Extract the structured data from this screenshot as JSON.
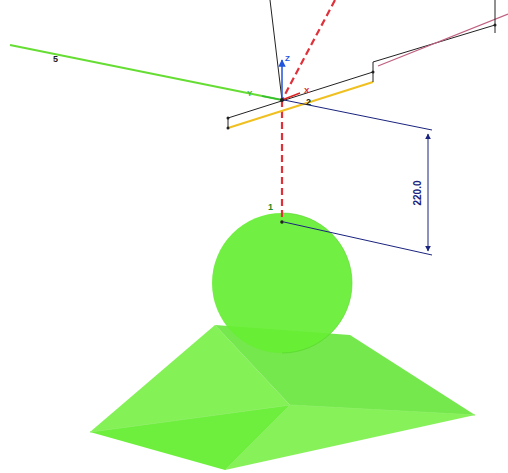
{
  "diagram": {
    "labels": [
      "5",
      "Z",
      "Y",
      "X",
      "2",
      "1",
      "220.0"
    ]
  }
}
